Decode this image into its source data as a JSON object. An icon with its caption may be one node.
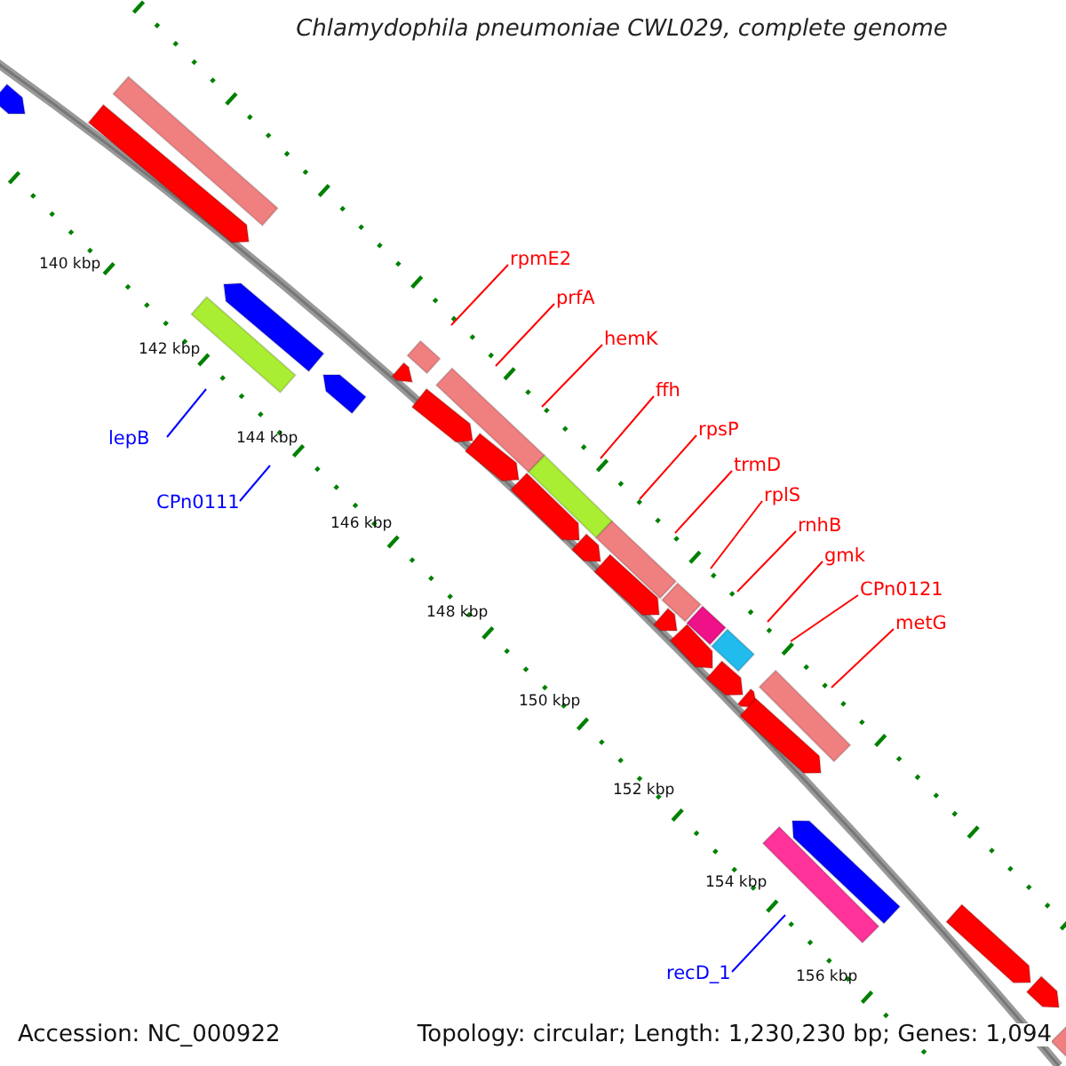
{
  "diagram": {
    "title": "Chlamydophila pneumoniae CWL029, complete genome",
    "nodes": [
      {
        "text": [
          "rpmE2"
        ]
      },
      {
        "text": [
          "prfA"
        ]
      },
      {
        "text": [
          "hemK"
        ]
      },
      {
        "text": [
          "ffh"
        ]
      },
      {
        "text": [
          "rpsP"
        ]
      },
      {
        "text": [
          "trmD"
        ]
      },
      {
        "text": [
          "rplS"
        ]
      },
      {
        "text": [
          "rnhB"
        ]
      },
      {
        "text": [
          "gmk"
        ]
      },
      {
        "text": [
          "CPn0121"
        ]
      },
      {
        "text": [
          "metG"
        ]
      },
      {
        "text": [
          "lepB"
        ]
      },
      {
        "text": [
          "CPn0111"
        ]
      },
      {
        "text": [
          "recD_1"
        ]
      }
    ],
    "edges": [
      {
        "from": 0,
        "to": null,
        "arrow": "none"
      },
      {
        "from": 1,
        "to": null,
        "arrow": "none"
      },
      {
        "from": 2,
        "to": null,
        "arrow": "none"
      },
      {
        "from": 3,
        "to": null,
        "arrow": "none"
      },
      {
        "from": 4,
        "to": null,
        "arrow": "none"
      },
      {
        "from": 5,
        "to": null,
        "arrow": "none"
      },
      {
        "from": 6,
        "to": null,
        "arrow": "none"
      },
      {
        "from": 7,
        "to": null,
        "arrow": "none"
      },
      {
        "from": 8,
        "to": null,
        "arrow": "none"
      },
      {
        "from": 9,
        "to": null,
        "arrow": "none"
      },
      {
        "from": 10,
        "to": null,
        "arrow": "none"
      },
      {
        "from": 11,
        "to": null,
        "arrow": "none",
        "color": "#0000ff"
      },
      {
        "from": 12,
        "to": null,
        "arrow": "none",
        "color": "#0000ff"
      },
      {
        "from": 13,
        "to": null,
        "arrow": "none",
        "color": "#0000ff"
      }
    ],
    "labels": [
      "140 kbp",
      "142 kbp",
      "144 kbp",
      "146 kbp",
      "148 kbp",
      "150 kbp",
      "152 kbp",
      "154 kbp",
      "156 kbp",
      "Accession: NC_000922",
      "Topology: circular; Length: 1,230,230 bp; Genes: 1,094"
    ]
  }
}
